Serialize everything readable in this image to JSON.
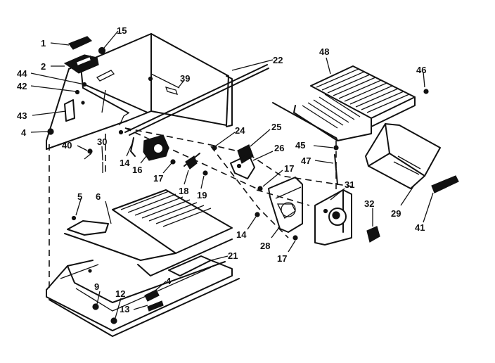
{
  "callouts": [
    {
      "id": "1",
      "label": "1"
    },
    {
      "id": "15",
      "label": "15"
    },
    {
      "id": "2",
      "label": "2"
    },
    {
      "id": "22",
      "label": "22"
    },
    {
      "id": "48",
      "label": "48"
    },
    {
      "id": "46",
      "label": "46"
    },
    {
      "id": "44",
      "label": "44"
    },
    {
      "id": "42",
      "label": "42"
    },
    {
      "id": "39",
      "label": "39"
    },
    {
      "id": "43",
      "label": "43"
    },
    {
      "id": "4a",
      "label": "4"
    },
    {
      "id": "24",
      "label": "24"
    },
    {
      "id": "25",
      "label": "25"
    },
    {
      "id": "40",
      "label": "40"
    },
    {
      "id": "30",
      "label": "30"
    },
    {
      "id": "14a",
      "label": "14"
    },
    {
      "id": "16",
      "label": "16"
    },
    {
      "id": "26",
      "label": "26"
    },
    {
      "id": "45",
      "label": "45"
    },
    {
      "id": "47",
      "label": "47"
    },
    {
      "id": "17a",
      "label": "17"
    },
    {
      "id": "17b",
      "label": "17"
    },
    {
      "id": "18",
      "label": "18"
    },
    {
      "id": "19",
      "label": "19"
    },
    {
      "id": "31",
      "label": "31"
    },
    {
      "id": "32",
      "label": "32"
    },
    {
      "id": "29",
      "label": "29"
    },
    {
      "id": "41",
      "label": "41"
    },
    {
      "id": "5",
      "label": "5"
    },
    {
      "id": "6",
      "label": "6"
    },
    {
      "id": "14b",
      "label": "14"
    },
    {
      "id": "28",
      "label": "28"
    },
    {
      "id": "17c",
      "label": "17"
    },
    {
      "id": "21",
      "label": "21"
    },
    {
      "id": "4b",
      "label": "4"
    },
    {
      "id": "9",
      "label": "9"
    },
    {
      "id": "12",
      "label": "12"
    },
    {
      "id": "13",
      "label": "13"
    }
  ]
}
